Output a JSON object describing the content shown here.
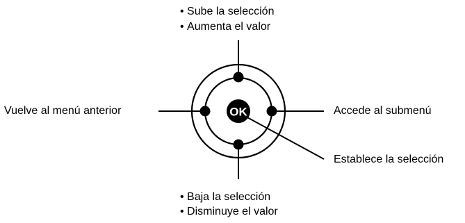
{
  "diagram": {
    "center_button_label": "OK",
    "top_labels": [
      "Sube la selección",
      "Aumenta el valor"
    ],
    "bottom_labels": [
      "Baja la selección",
      "Disminuye el valor"
    ],
    "left_label": "Vuelve al menú anterior",
    "right_label": "Accede al submenú",
    "ok_label": "Establece la selección"
  },
  "colors": {
    "outline": "#000000",
    "button_fill": "#000000",
    "button_text": "#ffffff",
    "background": "#ffffff"
  }
}
